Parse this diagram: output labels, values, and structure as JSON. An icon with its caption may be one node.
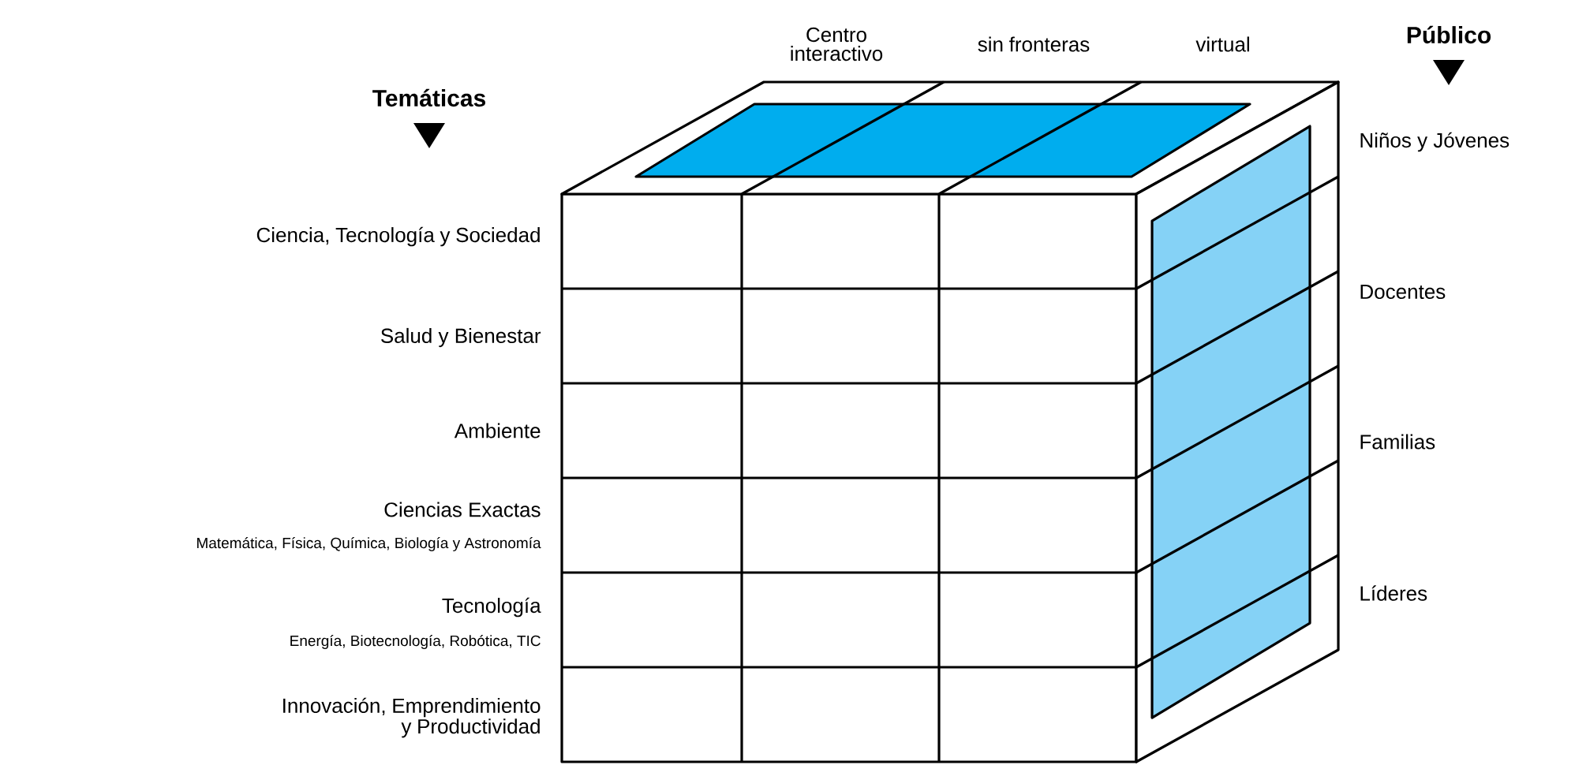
{
  "diagram": {
    "labels": [
      "Centro interactivo",
      "sin fronteras",
      "virtual",
      "Público",
      "Temáticas",
      "Ciencia, Tecnología y Sociedad",
      "Salud y Bienestar",
      "Ambiente",
      "Ciencias Exactas",
      "Matemática, Física, Química, Biología y Astronomía",
      "Tecnología",
      "Energía, Biotecnología, Robótica, TIC",
      "Innovación, Emprendimiento y Productividad",
      "Niños y Jóvenes",
      "Docentes",
      "Familias",
      "Líderes"
    ]
  }
}
